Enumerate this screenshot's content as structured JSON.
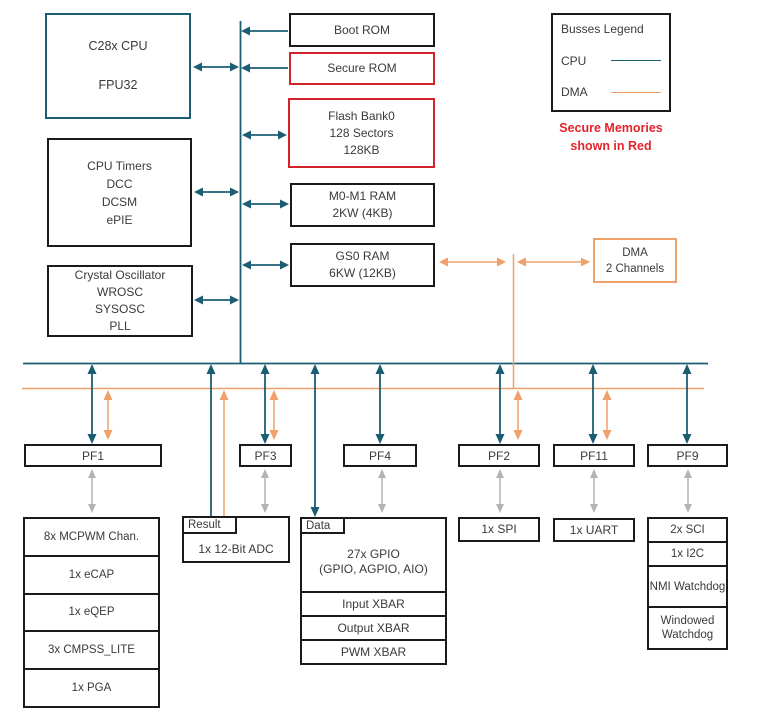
{
  "colors": {
    "cpu_bus": "#1b5e72",
    "dma_bus": "#f0a169",
    "secure_red": "#d2232b",
    "secure_note_red": "#e5242b",
    "box_border": "#1a1a1a",
    "text": "#3a3a3a",
    "pf_link_gray": "#b3b3b3"
  },
  "legend": {
    "title": "Busses Legend",
    "cpu_label": "CPU",
    "dma_label": "DMA",
    "secure_note_line1": "Secure Memories",
    "secure_note_line2": "shown in Red"
  },
  "blocks": {
    "cpu": {
      "line1": "C28x CPU",
      "line2": "FPU32"
    },
    "cpu_timers": {
      "line1": "CPU Timers",
      "line2": "DCC",
      "line3": "DCSM",
      "line4": "ePIE"
    },
    "oscillator": {
      "line1": "Crystal Oscillator",
      "line2": "WROSC",
      "line3": "SYSOSC",
      "line4": "PLL"
    },
    "boot_rom": {
      "label": "Boot ROM"
    },
    "secure_rom": {
      "label": "Secure ROM"
    },
    "flash": {
      "line1": "Flash Bank0",
      "line2": "128 Sectors",
      "line3": "128KB"
    },
    "m0m1_ram": {
      "line1": "M0-M1 RAM",
      "line2": "2KW (4KB)"
    },
    "gs0_ram": {
      "line1": "GS0 RAM",
      "line2": "6KW (12KB)"
    },
    "dma": {
      "line1": "DMA",
      "line2": "2 Channels"
    }
  },
  "peripheral_frames": {
    "pf1": "PF1",
    "pf3": "PF3",
    "pf4": "PF4",
    "pf2": "PF2",
    "pf11": "PF11",
    "pf9": "PF9"
  },
  "peripherals": {
    "analog_stack": {
      "row1": "8x MCPWM Chan.",
      "row2": "1x eCAP",
      "row3": "1x eQEP",
      "row4": "3x CMPSS_LITE",
      "row5": "1x PGA"
    },
    "adc": {
      "tab": "Result",
      "label": "1x 12-Bit ADC"
    },
    "gpio": {
      "tab": "Data",
      "line1": "27x GPIO",
      "line2": "(GPIO, AGPIO, AIO)",
      "row1": "Input XBAR",
      "row2": "Output XBAR",
      "row3": "PWM XBAR"
    },
    "spi": {
      "label": "1x SPI"
    },
    "uart": {
      "label": "1x UART"
    },
    "comm_stack": {
      "row1": "2x SCI",
      "row2": "1x I2C",
      "row3": "NMI Watchdog",
      "row4": "Windowed Watchdog"
    }
  }
}
